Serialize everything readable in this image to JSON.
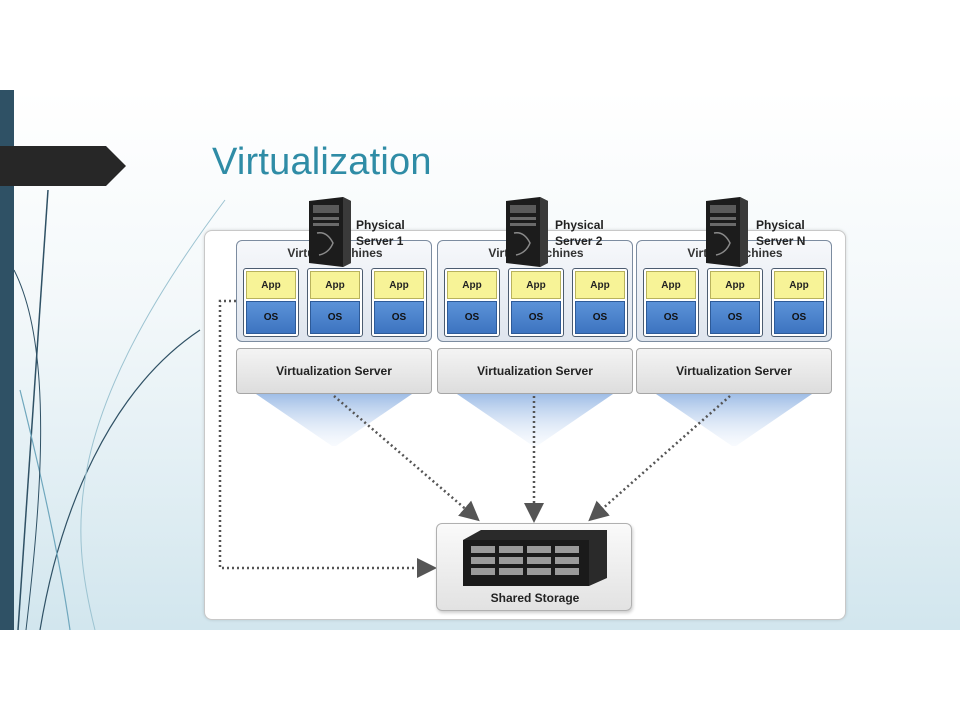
{
  "slide": {
    "title": "Virtualization"
  },
  "diagram": {
    "hosts": [
      {
        "vm_title": "Virtual Machines",
        "vms": [
          {
            "app": "App",
            "os": "OS"
          },
          {
            "app": "App",
            "os": "OS"
          },
          {
            "app": "App",
            "os": "OS"
          }
        ],
        "server_label": "Virtualization Server",
        "physical_line1": "Physical",
        "physical_line2": "Server 1"
      },
      {
        "vm_title": "Virtual Machines",
        "vms": [
          {
            "app": "App",
            "os": "OS"
          },
          {
            "app": "App",
            "os": "OS"
          },
          {
            "app": "App",
            "os": "OS"
          }
        ],
        "server_label": "Virtualization Server",
        "physical_line1": "Physical",
        "physical_line2": "Server 2"
      },
      {
        "vm_title": "Virtual Machines",
        "vms": [
          {
            "app": "App",
            "os": "OS"
          },
          {
            "app": "App",
            "os": "OS"
          },
          {
            "app": "App",
            "os": "OS"
          }
        ],
        "server_label": "Virtualization Server",
        "physical_line1": "Physical",
        "physical_line2": "Server N"
      }
    ],
    "storage_label": "Shared Storage"
  },
  "colors": {
    "title": "#2f8ca6",
    "app_fill": "#f7f397",
    "os_fill": "#3d74c0",
    "accent_bar": "#2f5165"
  }
}
